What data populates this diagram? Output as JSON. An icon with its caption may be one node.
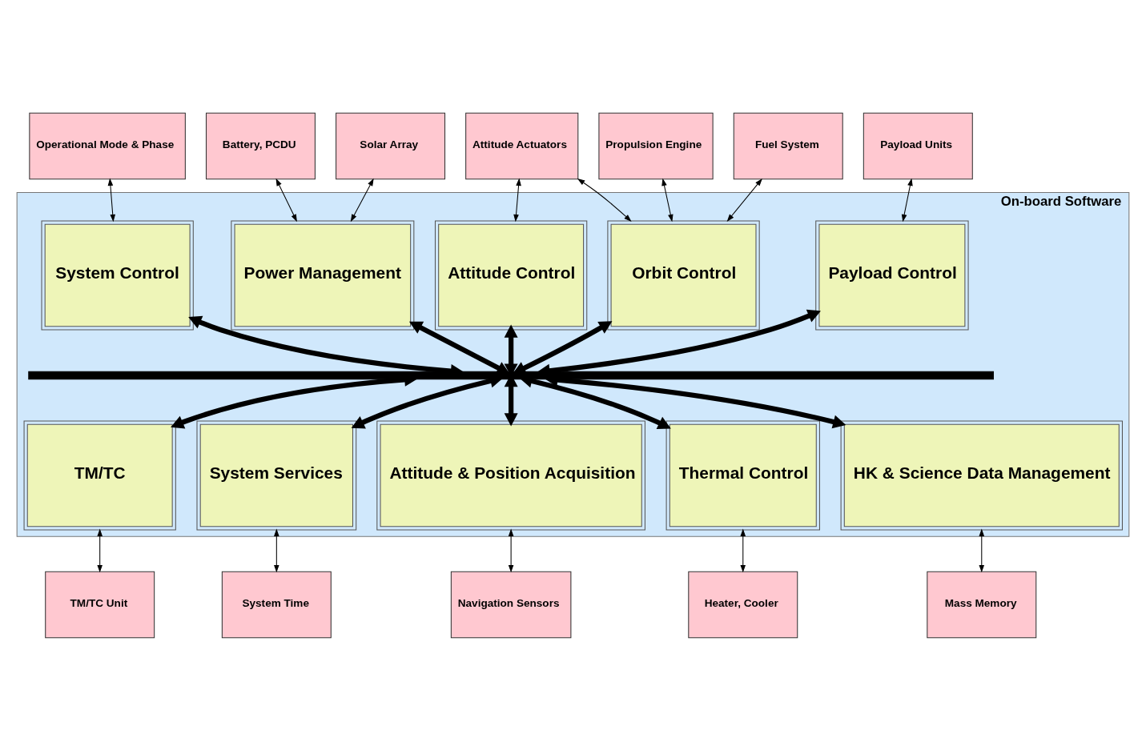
{
  "diagram": {
    "nodes": [
      {
        "text": [
          "Operational Mode & Phase"
        ]
      },
      {
        "text": [
          "Battery, PCDU"
        ]
      },
      {
        "text": [
          "Solar Array"
        ]
      },
      {
        "text": [
          "Attitude Actuators"
        ]
      },
      {
        "text": [
          "Propulsion Engine"
        ]
      },
      {
        "text": [
          "Fuel System"
        ]
      },
      {
        "text": [
          "Payload Units"
        ]
      },
      {
        "text": [
          "On-board Software"
        ]
      },
      {
        "text": [
          "System Control"
        ],
        "in": 7
      },
      {
        "text": [
          "Power Management"
        ],
        "in": 7
      },
      {
        "text": [
          "Attitude Control"
        ],
        "in": 7
      },
      {
        "text": [
          "Orbit Control"
        ],
        "in": 7
      },
      {
        "text": [
          "Payload Control"
        ],
        "in": 7
      },
      {
        "text": [],
        "shape": "bar",
        "in": 7
      },
      {
        "text": [
          "TM/TC"
        ],
        "in": 7
      },
      {
        "text": [
          "System Services"
        ],
        "in": 7
      },
      {
        "text": [
          "Attitude & Position Acquisition"
        ],
        "in": 7
      },
      {
        "text": [
          "Thermal Control"
        ],
        "in": 7
      },
      {
        "text": [
          "HK & Science Data Management"
        ],
        "in": 7
      },
      {
        "text": [
          "TM/TC Unit"
        ]
      },
      {
        "text": [
          "System Time"
        ]
      },
      {
        "text": [
          "Navigation Sensors"
        ]
      },
      {
        "text": [
          "Heater, Cooler"
        ]
      },
      {
        "text": [
          "Mass Memory"
        ]
      }
    ],
    "edges": [
      {
        "from": 0,
        "to": 8,
        "arrow": "both"
      },
      {
        "from": 1,
        "to": 9,
        "arrow": "both"
      },
      {
        "from": 2,
        "to": 9,
        "arrow": "both"
      },
      {
        "from": 3,
        "to": 10,
        "arrow": "both"
      },
      {
        "from": 3,
        "to": 11,
        "arrow": "both"
      },
      {
        "from": 4,
        "to": 11,
        "arrow": "both"
      },
      {
        "from": 5,
        "to": 11,
        "arrow": "both"
      },
      {
        "from": 6,
        "to": 12,
        "arrow": "both"
      },
      {
        "from": 8,
        "to": 13,
        "arrow": "both",
        "style": "thick"
      },
      {
        "from": 9,
        "to": 13,
        "arrow": "both",
        "style": "thick"
      },
      {
        "from": 10,
        "to": 13,
        "arrow": "both",
        "style": "thick"
      },
      {
        "from": 11,
        "to": 13,
        "arrow": "both",
        "style": "thick"
      },
      {
        "from": 12,
        "to": 13,
        "arrow": "both",
        "style": "thick"
      },
      {
        "from": 13,
        "to": 14,
        "arrow": "both",
        "style": "thick"
      },
      {
        "from": 13,
        "to": 15,
        "arrow": "both",
        "style": "thick"
      },
      {
        "from": 13,
        "to": 16,
        "arrow": "both",
        "style": "thick"
      },
      {
        "from": 13,
        "to": 17,
        "arrow": "both",
        "style": "thick"
      },
      {
        "from": 13,
        "to": 18,
        "arrow": "both",
        "style": "thick"
      },
      {
        "from": 14,
        "to": 19,
        "arrow": "both"
      },
      {
        "from": 15,
        "to": 20,
        "arrow": "both"
      },
      {
        "from": 16,
        "to": 21,
        "arrow": "both"
      },
      {
        "from": 17,
        "to": 22,
        "arrow": "both"
      },
      {
        "from": 18,
        "to": 23,
        "arrow": "both"
      }
    ]
  }
}
